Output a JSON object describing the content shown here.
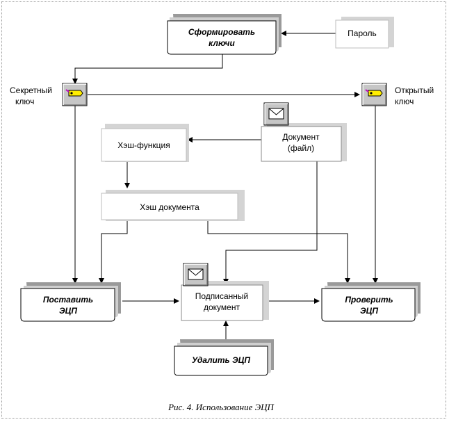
{
  "nodes": {
    "generate_keys": [
      "Сформировать",
      "ключи"
    ],
    "password": "Пароль",
    "secret_key": [
      "Секретный",
      "ключ"
    ],
    "public_key": [
      "Открытый",
      "ключ"
    ],
    "hash_function": "Хэш-функция",
    "document": [
      "Документ",
      "(файл)"
    ],
    "document_hash": "Хэш документа",
    "sign": [
      "Поставить",
      "ЭЦП"
    ],
    "signed_document": [
      "Подписанный",
      "документ"
    ],
    "verify": [
      "Проверить",
      "ЭЦП"
    ],
    "remove_signature": "Удалить ЭЦП"
  },
  "caption": "Рис. 4. Использование ЭЦП",
  "icons": {
    "key": "key-tag-icon",
    "document": "envelope-icon"
  }
}
